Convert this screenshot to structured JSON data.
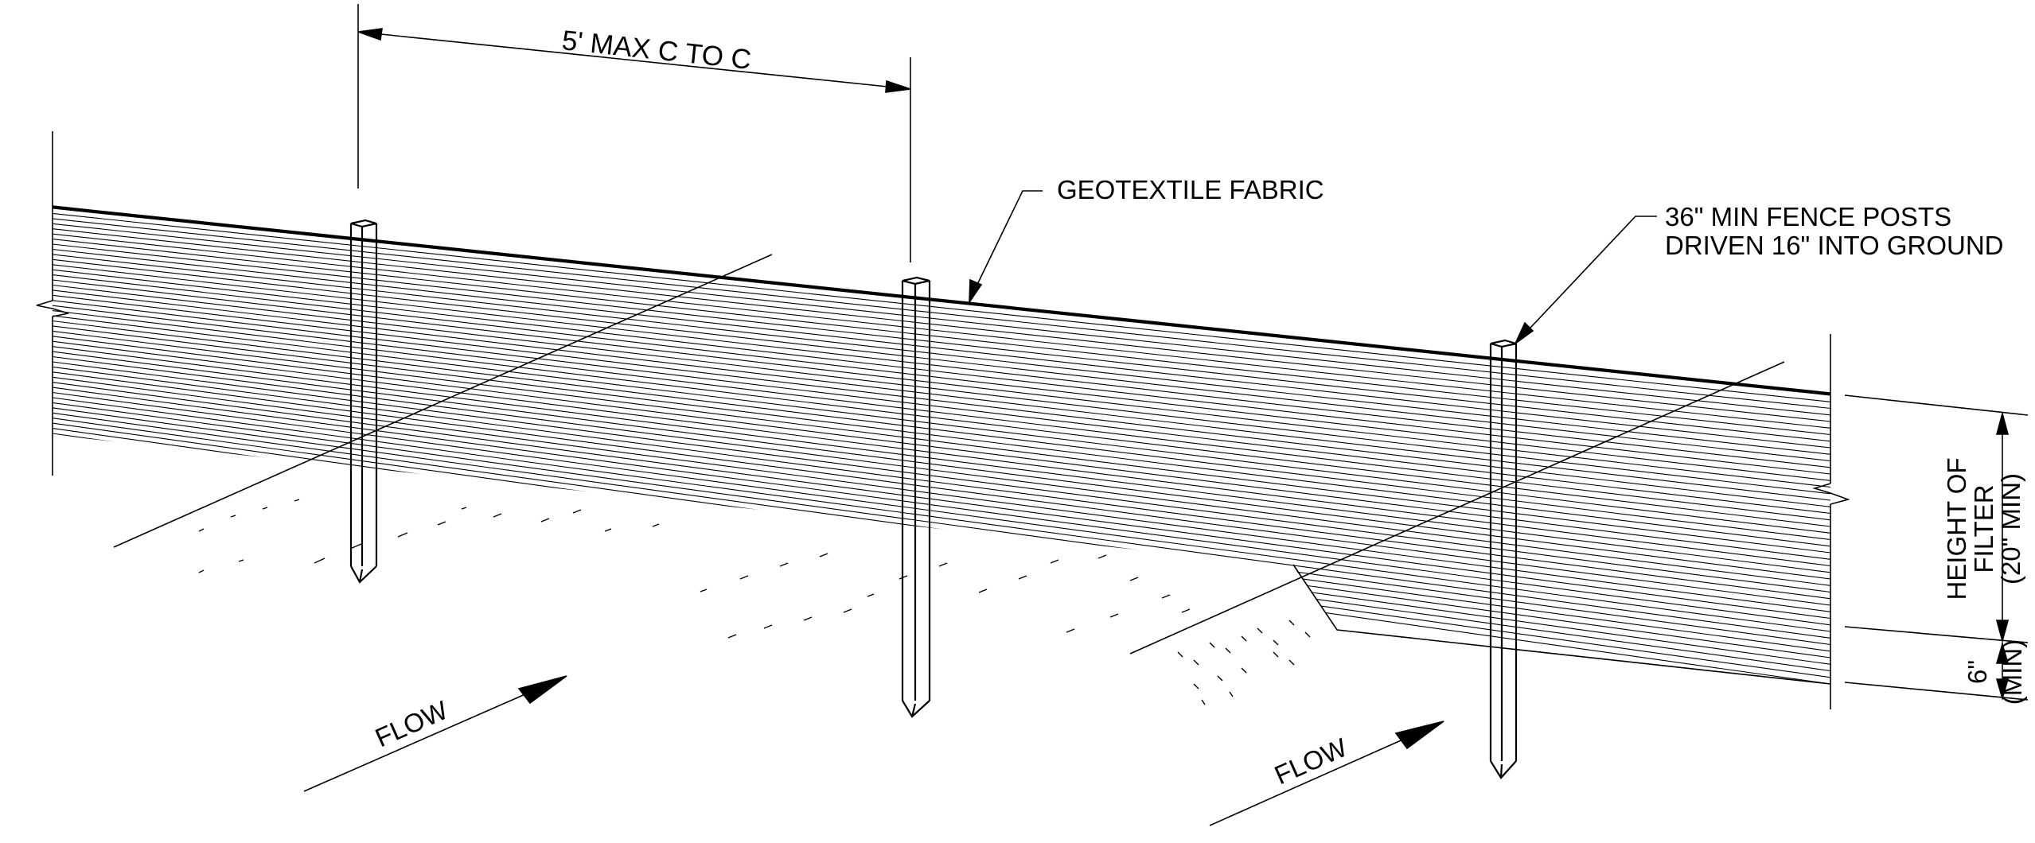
{
  "labels": {
    "spacing": "5' MAX C TO C",
    "fabric": "GEOTEXTILE FABRIC",
    "posts_line1": "36\" MIN FENCE POSTS",
    "posts_line2": "DRIVEN 16\" INTO GROUND",
    "height_line1": "HEIGHT OF",
    "height_line2": "FILTER",
    "height_line3": "(20\" MIN)",
    "embed_line1": "6\"",
    "embed_line2": "(MIN)",
    "flow_left": "FLOW",
    "flow_right": "FLOW"
  }
}
